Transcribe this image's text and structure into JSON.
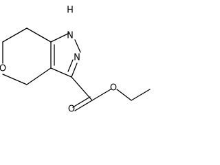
{
  "molecule": {
    "atoms": {
      "nh": "N",
      "nh_h": "H",
      "n2": "N",
      "o_ring": "O",
      "o_carbonyl": "O",
      "o_ester": "O"
    }
  }
}
